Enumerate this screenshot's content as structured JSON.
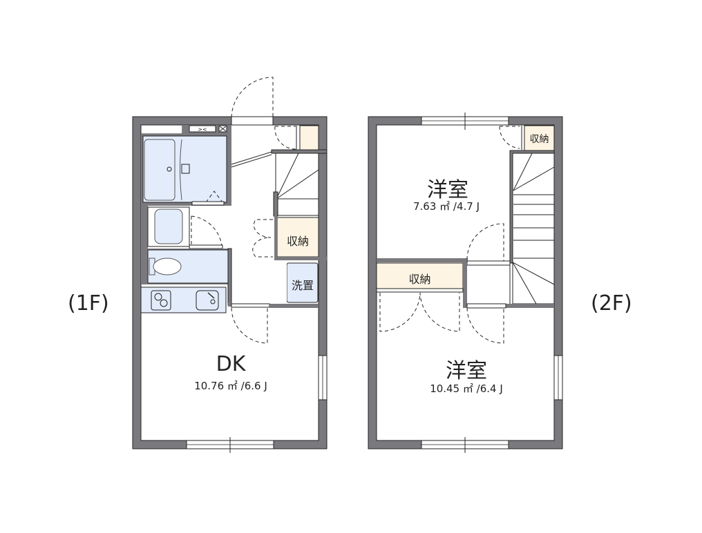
{
  "floors": [
    {
      "label": "(1F)",
      "rooms": [
        {
          "name": "DK",
          "area": "10.76 ㎡ /6.6 J"
        },
        {
          "name": "収納"
        },
        {
          "name": "洗置"
        }
      ]
    },
    {
      "label": "(2F)",
      "rooms": [
        {
          "name": "洋室",
          "area": "7.63 ㎡ /4.7 J"
        },
        {
          "name": "洋室",
          "area": "10.45 ㎡ /6.4 J"
        },
        {
          "name": "収納"
        },
        {
          "name": "収納"
        }
      ]
    }
  ],
  "colors": {
    "wall": "#7a797d",
    "storage_fill": "#fdf4e3",
    "wet_area_fill": "#e3ecfb",
    "line": "#222222"
  }
}
